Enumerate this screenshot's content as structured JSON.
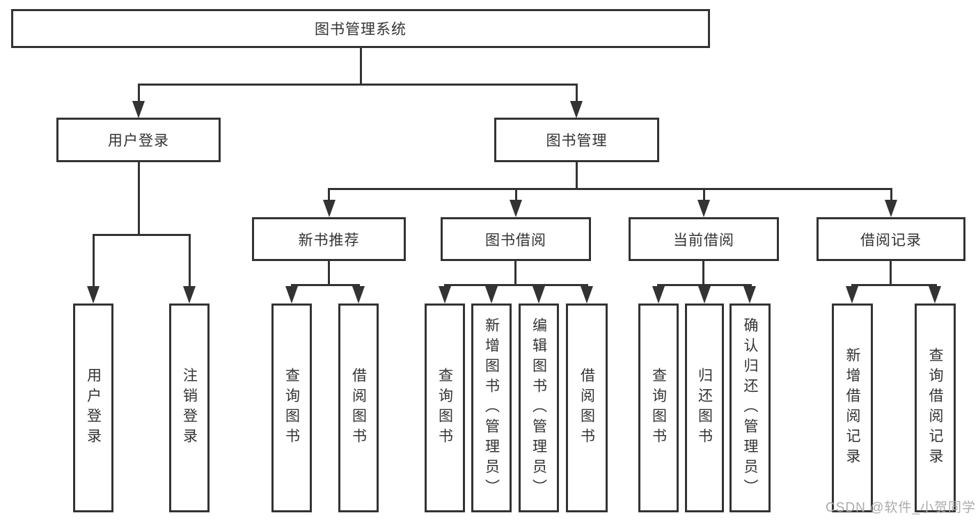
{
  "diagram": {
    "root": {
      "label": "图书管理系统",
      "children": [
        {
          "label": "用户登录",
          "children": [
            {
              "label": "用户登录"
            },
            {
              "label": "注销登录"
            }
          ]
        },
        {
          "label": "图书管理",
          "children": [
            {
              "label": "新书推荐",
              "children": [
                {
                  "label": "查询图书"
                },
                {
                  "label": "借阅图书"
                }
              ]
            },
            {
              "label": "图书借阅",
              "children": [
                {
                  "label": "查询图书"
                },
                {
                  "label": "新增图书（管理员）"
                },
                {
                  "label": "编辑图书（管理员）"
                },
                {
                  "label": "借阅图书"
                }
              ]
            },
            {
              "label": "当前借阅",
              "children": [
                {
                  "label": "查询图书"
                },
                {
                  "label": "归还图书"
                },
                {
                  "label": "确认归还（管理员）"
                }
              ]
            },
            {
              "label": "借阅记录",
              "children": [
                {
                  "label": "新增借阅记录"
                },
                {
                  "label": "查询借阅记录"
                }
              ]
            }
          ]
        }
      ]
    }
  },
  "watermark": {
    "text": "CSDN @软件_小贺同学"
  },
  "colors": {
    "line": "#333333",
    "text": "#333333",
    "background": "#ffffff",
    "watermark": "#ababab"
  }
}
